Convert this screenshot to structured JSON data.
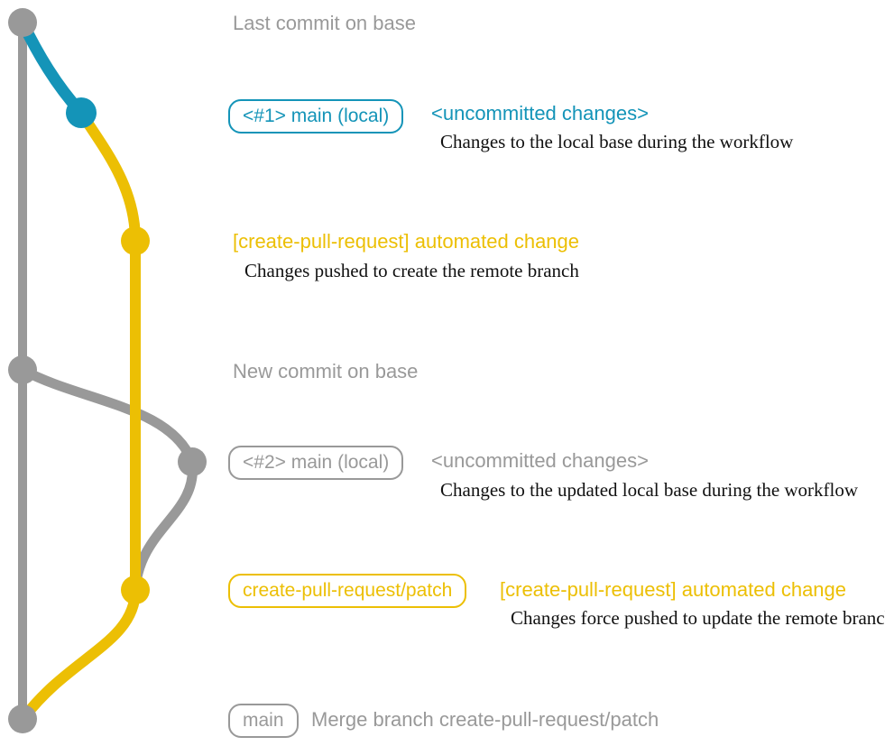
{
  "colors": {
    "gray": "#999999",
    "teal": "#1494b8",
    "yellow": "#ecbf04",
    "ink": "#111111"
  },
  "graph": {
    "branch_colors": {
      "base_branch": "#999999",
      "local_main_branch": "#1494b8",
      "patch_branch": "#ecbf04"
    },
    "commit_count": 7
  },
  "rows": {
    "0": {
      "title": "Last commit on base"
    },
    "1": {
      "badge": "<#1> main (local)",
      "heading": "<uncommitted changes>",
      "note": "Changes to the local base during the workflow"
    },
    "2": {
      "heading": "[create-pull-request] automated change",
      "note": "Changes pushed to create the remote branch"
    },
    "3": {
      "title": "New commit on base"
    },
    "4": {
      "badge": "<#2> main (local)",
      "heading": "<uncommitted changes>",
      "note": "Changes to the updated local base during the workflow"
    },
    "5": {
      "badge": "create-pull-request/patch",
      "heading": "[create-pull-request] automated change",
      "note": "Changes force pushed to update the remote branch"
    },
    "6": {
      "badge": "main",
      "heading": "Merge branch create-pull-request/patch"
    }
  }
}
